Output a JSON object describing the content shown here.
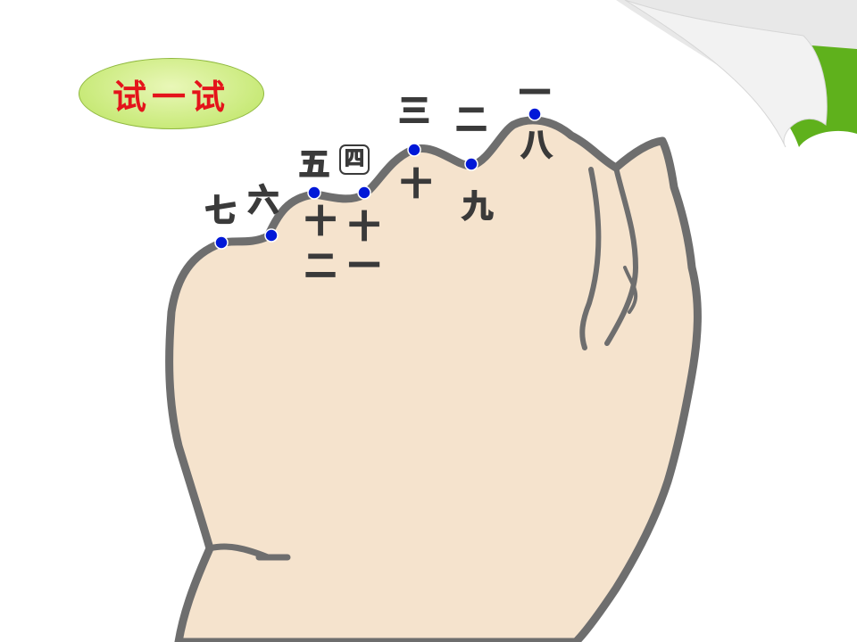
{
  "title": "试一试",
  "labels": {
    "yi_top": "一",
    "ba": "八",
    "er": "二",
    "jiu": "九",
    "san": "三",
    "shi_3": "十",
    "si": "四",
    "shi_4": "十",
    "yi_4": "一",
    "wu": "五",
    "shi_5": "十",
    "er_5": "二",
    "liu": "六",
    "qi": "七"
  },
  "colors": {
    "hand_fill": "#f5e3cd",
    "hand_outline": "#6e6e6e",
    "dot": "#0018d8",
    "title_text": "#e4141b",
    "badge_green": "#c9ea7a",
    "corner_green": "#5fb11c"
  }
}
